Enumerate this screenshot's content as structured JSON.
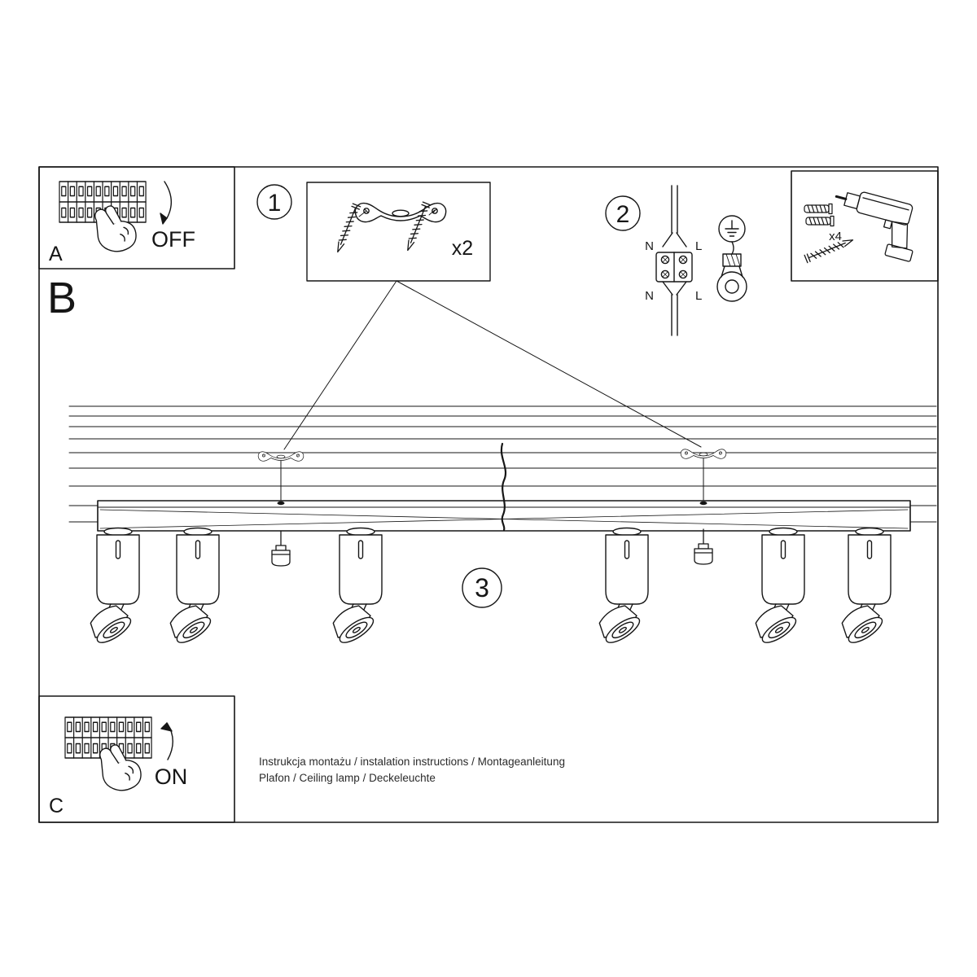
{
  "panel_a": {
    "label": "A",
    "state": "OFF"
  },
  "section_b": {
    "label": "B"
  },
  "panel_c": {
    "label": "C",
    "state": "ON"
  },
  "steps": {
    "one": {
      "number": "1",
      "quantity": "x2"
    },
    "two": {
      "number": "2"
    },
    "three": {
      "number": "3"
    }
  },
  "wiring": {
    "top_left": "N",
    "top_right": "L",
    "bottom_left": "N",
    "bottom_right": "L"
  },
  "hardware": {
    "quantity": "x4"
  },
  "footer": {
    "line1": "Instrukcja montażu / instalation instructions / Montageanleitung",
    "line2": "Plafon / Ceiling lamp / Deckeleuchte"
  }
}
